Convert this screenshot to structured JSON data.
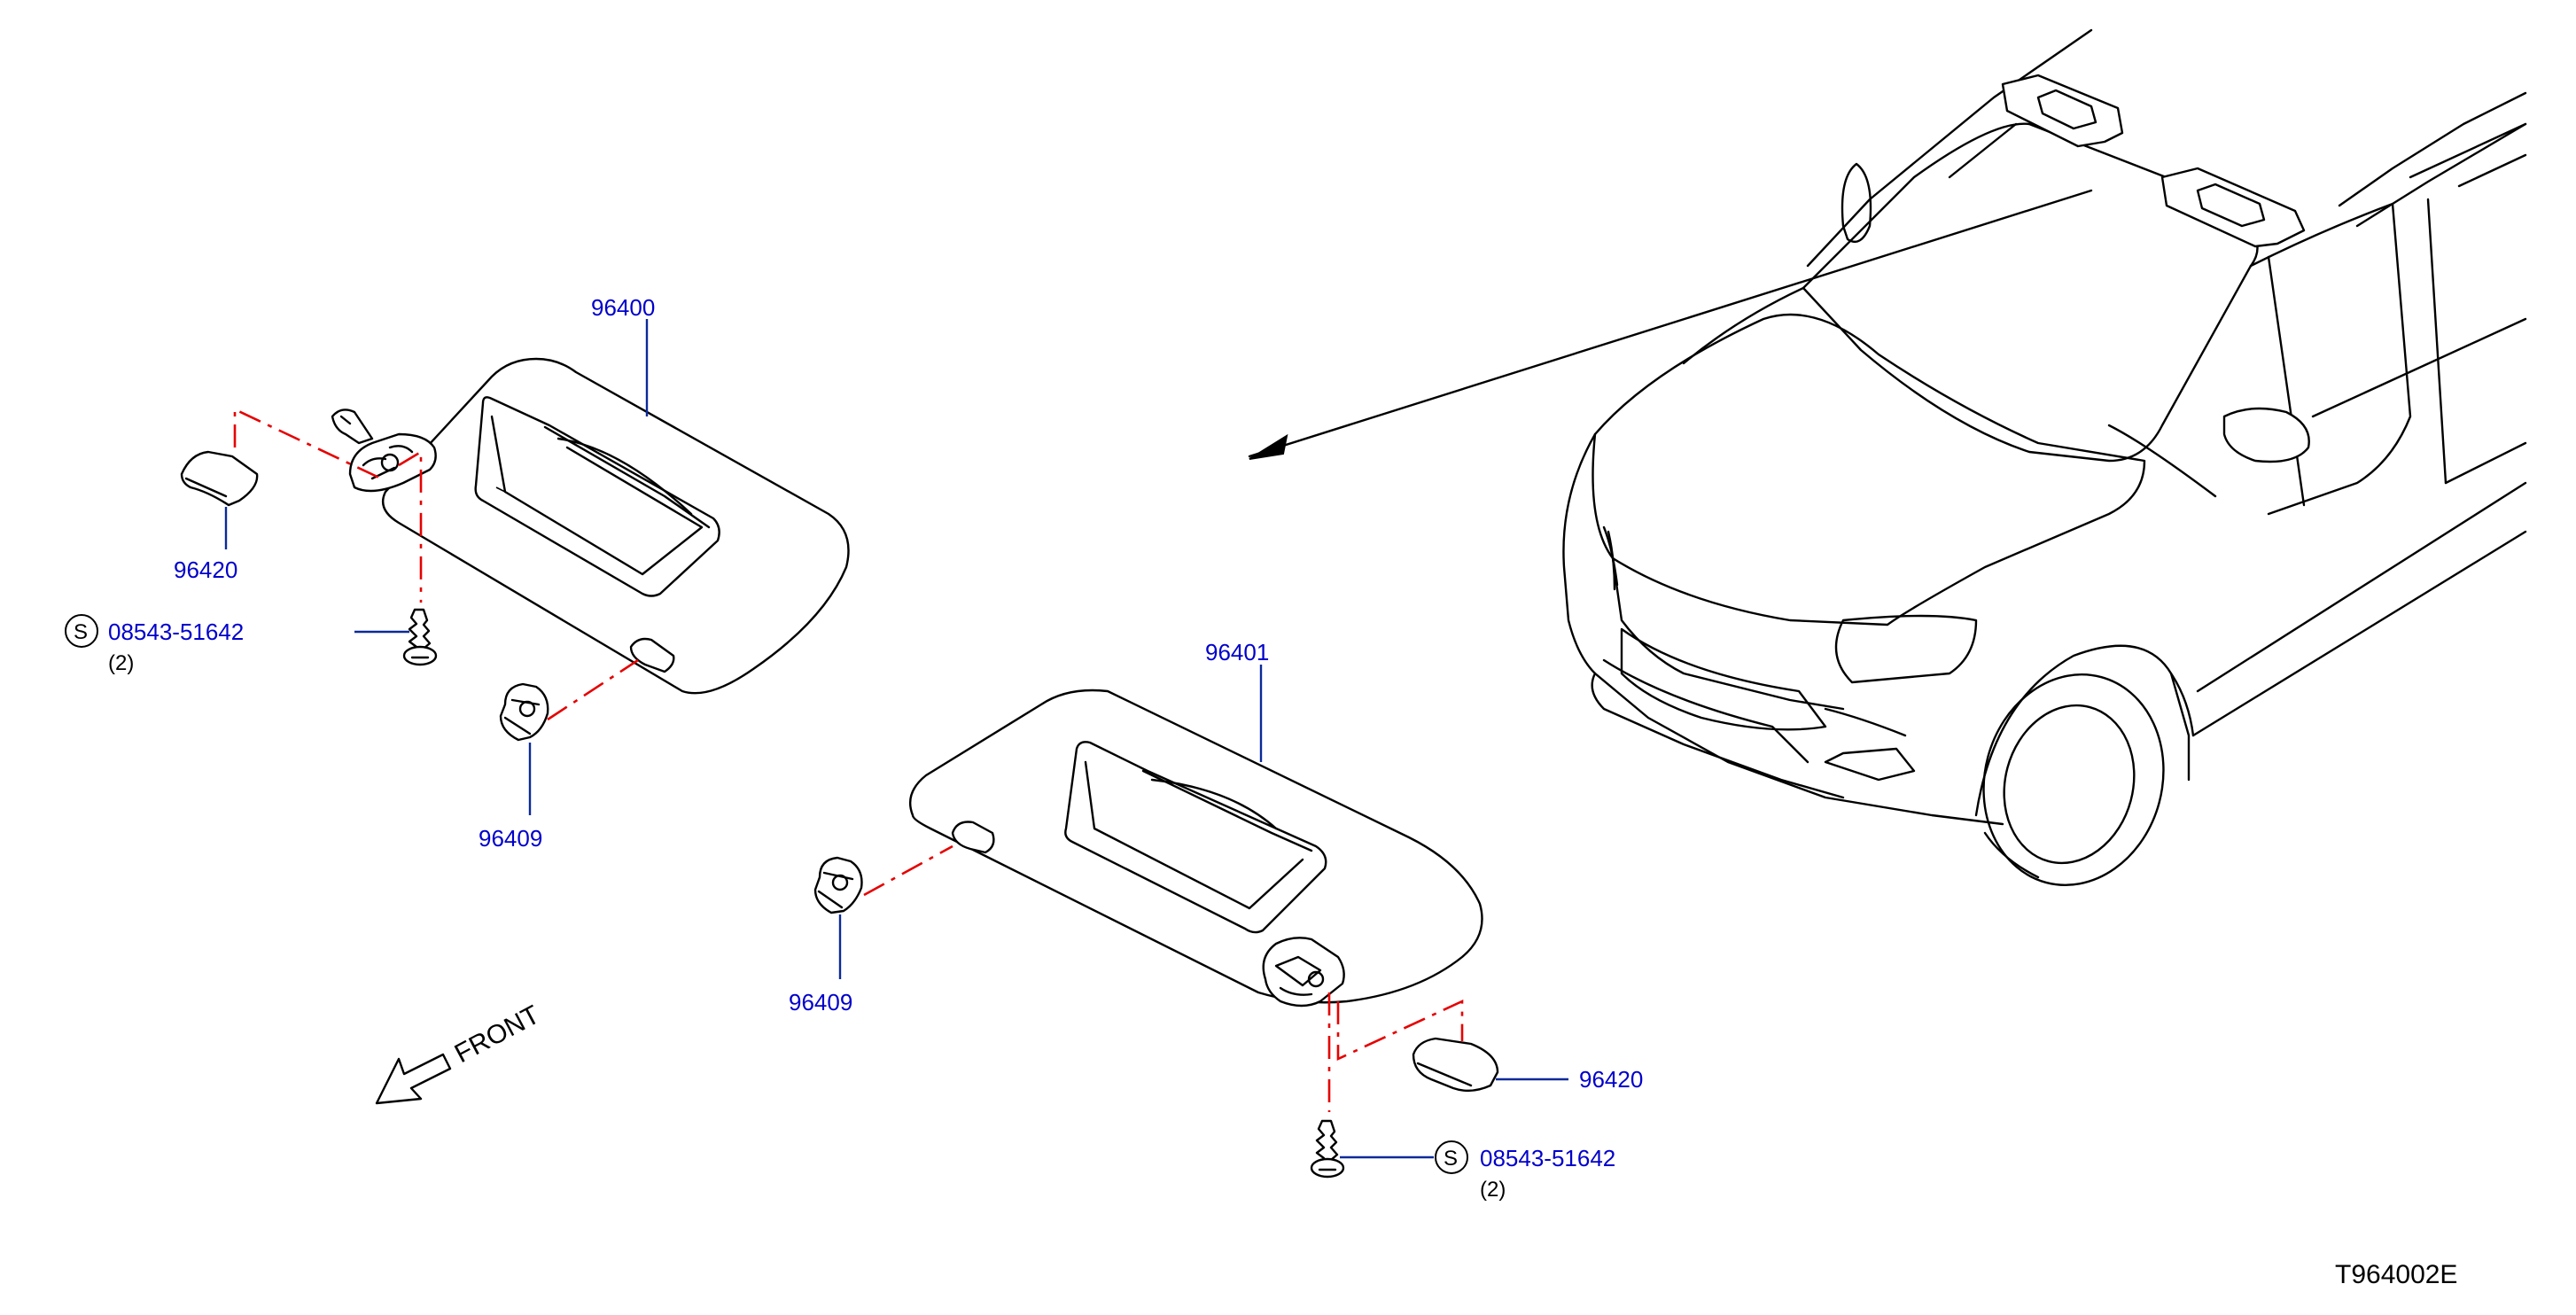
{
  "diagram": {
    "labels": {
      "visor_left": "96400",
      "visor_right": "96401",
      "holder_left": "96409",
      "holder_right": "96409",
      "cover_left": "96420",
      "cover_right": "96420",
      "screw_left": "08543-51642",
      "screw_right": "08543-51642",
      "screw_qty_left": "(2)",
      "screw_qty_right": "(2)",
      "screw_symbol_left": "S",
      "screw_symbol_right": "S"
    },
    "front_label": "FRONT",
    "figure_code": "T964002E"
  },
  "colors": {
    "label_text": "#0000cc",
    "leader_line": "#0a2a9a",
    "assembly_line": "#e60000",
    "drawing": "#000000"
  }
}
